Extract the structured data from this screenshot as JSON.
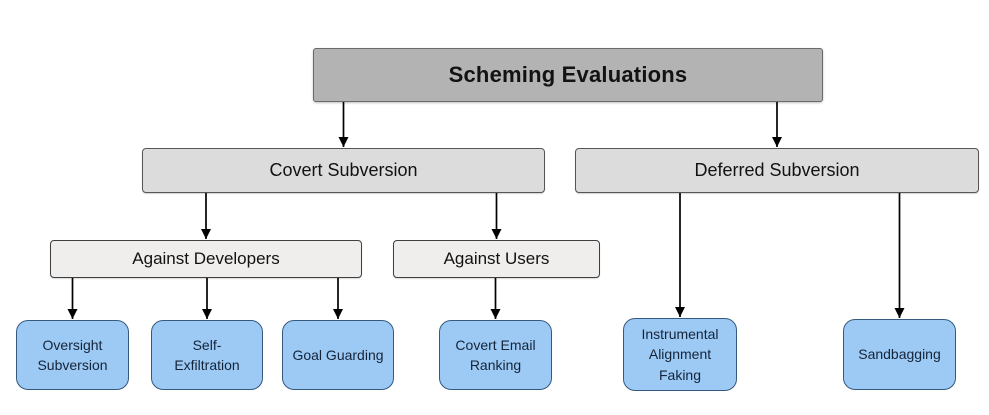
{
  "diagram": {
    "title": "Scheming Evaluations",
    "nodes": {
      "root": {
        "label": "Scheming Evaluations"
      },
      "covert_subversion": {
        "label": "Covert Subversion"
      },
      "deferred_subversion": {
        "label": "Deferred Subversion"
      },
      "against_developers": {
        "label": "Against Developers"
      },
      "against_users": {
        "label": "Against Users"
      },
      "oversight_subversion": {
        "label": "Oversight Subversion"
      },
      "self_exfiltration": {
        "label": "Self-Exfiltration"
      },
      "goal_guarding": {
        "label": "Goal Guarding"
      },
      "covert_email_ranking": {
        "label": "Covert Email Ranking"
      },
      "instrumental_alignment_faking": {
        "label": "Instrumental Alignment Faking"
      },
      "sandbagging": {
        "label": "Sandbagging"
      }
    },
    "edges": [
      {
        "from": "root",
        "to": "covert_subversion"
      },
      {
        "from": "root",
        "to": "deferred_subversion"
      },
      {
        "from": "covert_subversion",
        "to": "against_developers"
      },
      {
        "from": "covert_subversion",
        "to": "against_users"
      },
      {
        "from": "against_developers",
        "to": "oversight_subversion"
      },
      {
        "from": "against_developers",
        "to": "self_exfiltration"
      },
      {
        "from": "against_developers",
        "to": "goal_guarding"
      },
      {
        "from": "against_users",
        "to": "covert_email_ranking"
      },
      {
        "from": "deferred_subversion",
        "to": "instrumental_alignment_faking"
      },
      {
        "from": "deferred_subversion",
        "to": "sandbagging"
      }
    ],
    "colors": {
      "root_fill": "#b3b3b3",
      "branch_fill": "#dcdcdc",
      "group_fill": "#efeeec",
      "leaf_fill": "#9ccaf4",
      "leaf_border": "#365a7e",
      "arrow": "#000000"
    }
  }
}
